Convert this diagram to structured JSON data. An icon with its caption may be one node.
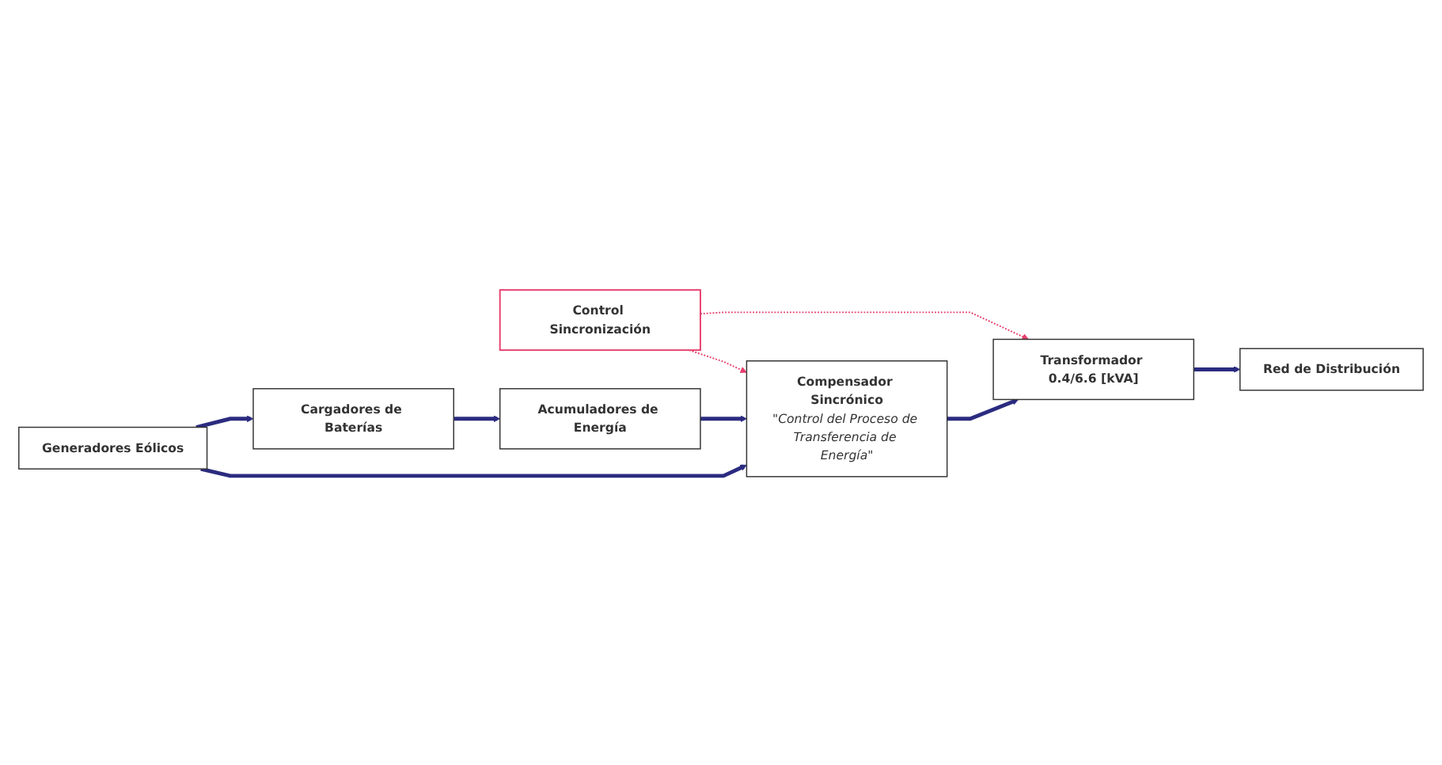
{
  "diagram": {
    "nodes": [
      {
        "text": [
          "Generadores Eólicos"
        ]
      },
      {
        "text": [
          "Control Sincronización"
        ]
      },
      {
        "text": [
          "Compensador Sincrónico",
          "\"Control del Proceso de Transferencia de Energía\""
        ]
      },
      {
        "text": [
          "Transformador 0.4/6.6 [kVA]"
        ]
      },
      {
        "text": [
          "Red de Distribución"
        ]
      },
      {
        "text": [
          "Cargadores de Baterías"
        ]
      },
      {
        "text": [
          "Acumuladores de Energía"
        ]
      }
    ],
    "edges": [
      {
        "from": 0,
        "to": 2,
        "arrow": "to"
      },
      {
        "from": 0,
        "to": 5,
        "arrow": "to"
      },
      {
        "from": 1,
        "to": 2,
        "arrow": "to",
        "style": "dashed",
        "color": "#e8406e"
      },
      {
        "from": 1,
        "to": 3,
        "arrow": "to",
        "style": "dashed",
        "color": "#e8406e"
      },
      {
        "from": 2,
        "to": 3,
        "arrow": "to"
      },
      {
        "from": 3,
        "to": 4,
        "arrow": "to"
      },
      {
        "from": 5,
        "to": 6,
        "arrow": "to"
      },
      {
        "from": 6,
        "to": 2,
        "arrow": "to"
      }
    ]
  }
}
